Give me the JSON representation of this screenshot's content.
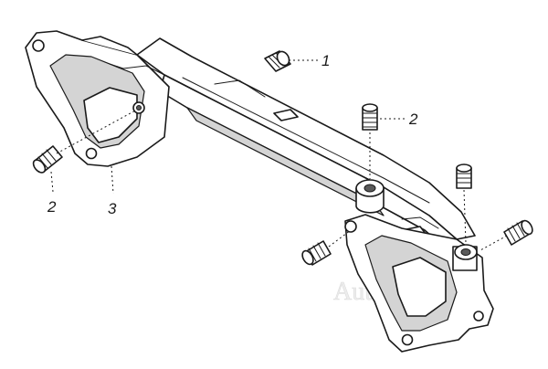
{
  "callouts": [
    {
      "id": "1"
    },
    {
      "id": "2"
    },
    {
      "id": "2"
    },
    {
      "id": "3"
    }
  ],
  "watermark": "AutoSoft",
  "colors": {
    "ink": "#1a1a1a",
    "paper": "#ffffff",
    "shade": "#d4d4d4",
    "watermark": "#dcdcdc"
  }
}
